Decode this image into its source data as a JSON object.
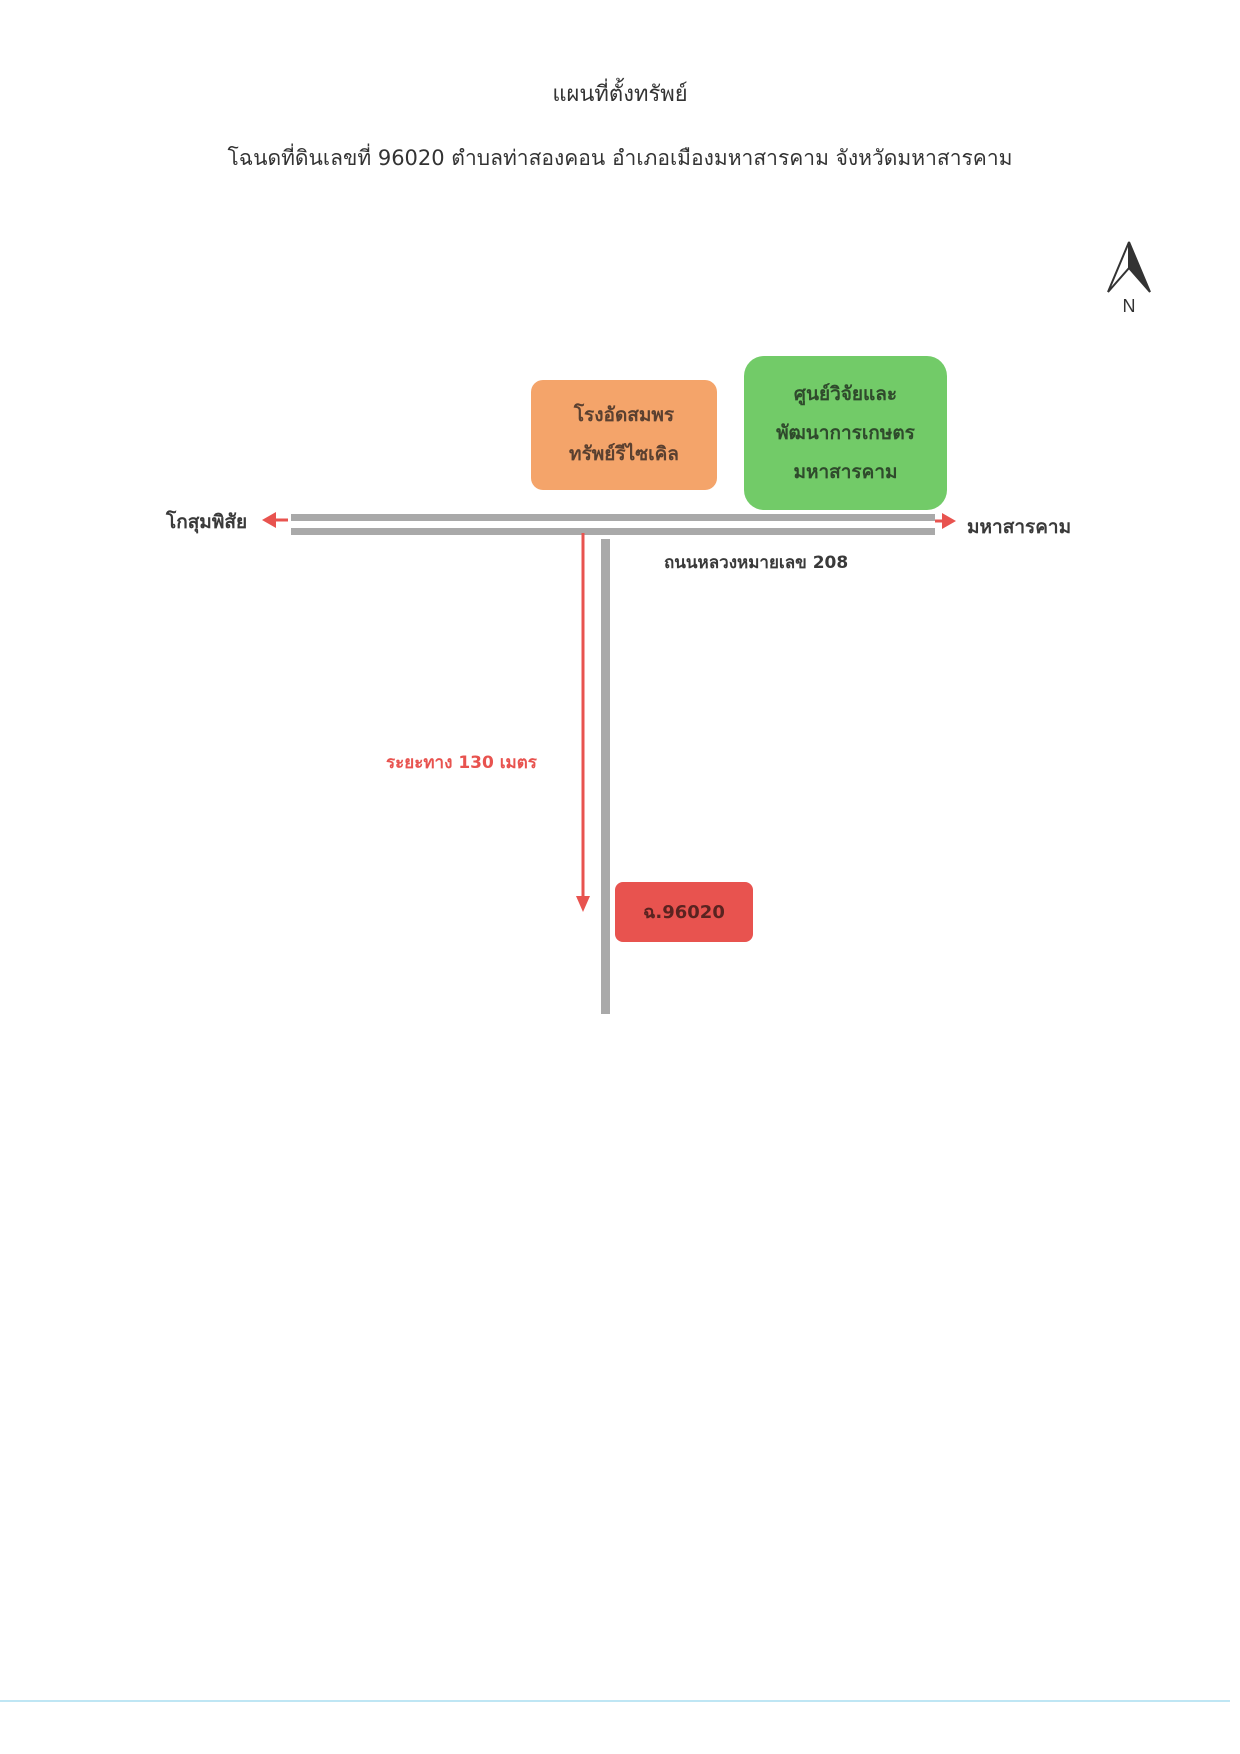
{
  "header": {
    "title": "แผนที่ตั้งทรัพย์",
    "subtitle": "โฉนดที่ดินเลขที่ 96020  ตำบลท่าสองคอน อำเภอเมืองมหาสารคาม จังหวัดมหาสารคาม"
  },
  "compass": {
    "letter": "N"
  },
  "landmarks": {
    "orange": {
      "line1": "โรงอัดสมพร",
      "line2": "ทรัพย์รีไซเคิล"
    },
    "green": {
      "line1": "ศูนย์วิจัยและ",
      "line2": "พัฒนาการเกษตร",
      "line3": "มหาสารคาม"
    },
    "parcel": {
      "label": "ฉ.96020"
    }
  },
  "roads": {
    "left_destination": "โกสุมพิสัย",
    "right_destination": "มหาสารคาม",
    "main_road": "ถนนหลวงหมายเลข 208"
  },
  "distance": {
    "label": "ระยะทาง 130 เมตร"
  },
  "colors": {
    "orange_box": "#f4a46a",
    "green_box": "#72cb68",
    "red_box": "#e8534f",
    "road": "#a9a9a9",
    "arrow": "#e8534f"
  }
}
